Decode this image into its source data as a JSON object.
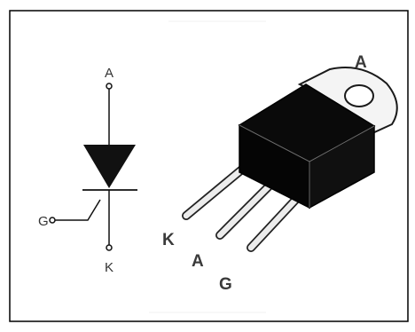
{
  "symbol": {
    "anode_label": "A",
    "cathode_label": "K",
    "gate_label": "G"
  },
  "package": {
    "tab_label": "A",
    "pin_labels": [
      "K",
      "A",
      "G"
    ]
  },
  "colors": {
    "border": "#000000",
    "symbol": "#111111",
    "body": "#0a0a0a",
    "tab": "#f4f4f4",
    "leads": "#eaeaea",
    "text": "#333333"
  }
}
